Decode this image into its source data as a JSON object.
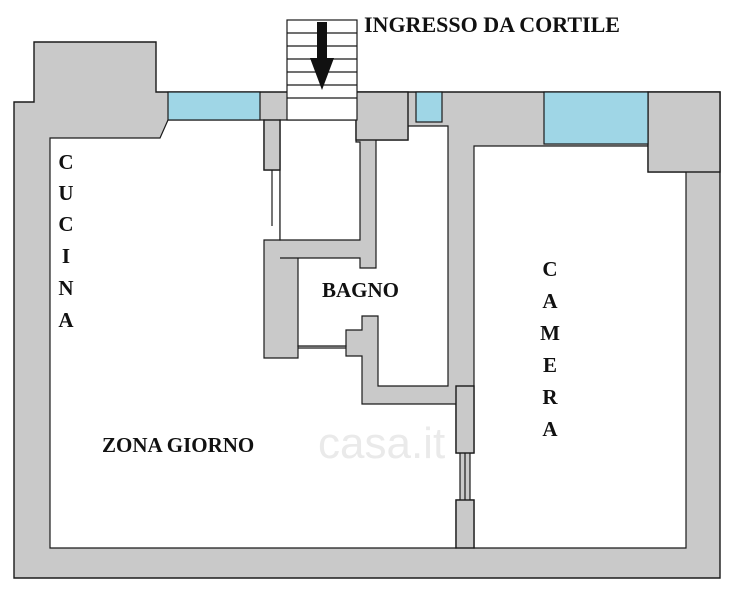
{
  "labels": {
    "entrance": "INGRESSO DA CORTILE",
    "kitchen_letters": [
      "C",
      "U",
      "C",
      "I",
      "N",
      "A"
    ],
    "bathroom": "BAGNO",
    "bedroom_letters": [
      "C",
      "A",
      "M",
      "E",
      "R",
      "A"
    ],
    "living": "ZONA GIORNO"
  },
  "watermark": "casa.it",
  "colors": {
    "wall": "#c9c9c9",
    "window": "#9fd6e6",
    "outline": "#1a1a1a"
  }
}
